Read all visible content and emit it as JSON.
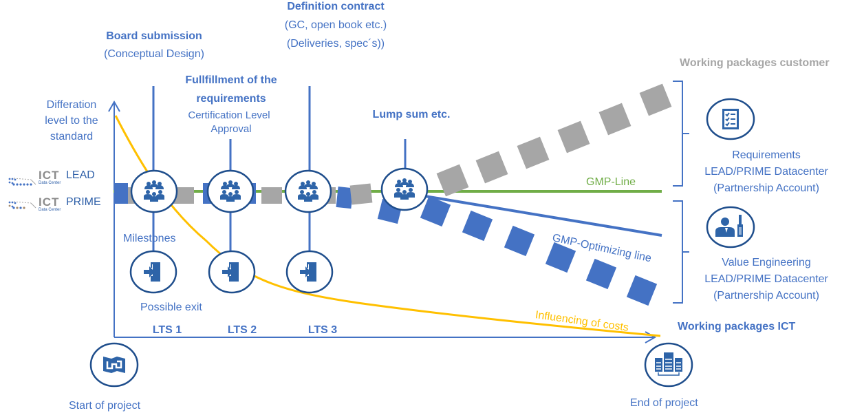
{
  "colors": {
    "primary_blue": "#4472c4",
    "dark_blue": "#1f4e8c",
    "icon_blue": "#2e64a8",
    "gray": "#a6a6a6",
    "green": "#70ad47",
    "orange": "#ffc000"
  },
  "axis": {
    "y_label": [
      "Differation",
      "level to the",
      "standard"
    ],
    "x_start_label": "Start of project",
    "x_end_label": "End of project"
  },
  "logos": [
    {
      "brand": "ICT",
      "name": "LEAD",
      "sub": "Data Center"
    },
    {
      "brand": "ICT",
      "name": "PRIME",
      "sub": "Data Center"
    }
  ],
  "milestones": [
    {
      "title": "Board submission",
      "subtitle": [
        "(Conceptual Design)"
      ],
      "lts": "LTS 1"
    },
    {
      "title": [
        "Fullfillment of the",
        "requirements"
      ],
      "subtitle": [
        "Certification Level",
        "Approval"
      ],
      "lts": "LTS 2"
    },
    {
      "title": "Definition contract",
      "subtitle": [
        "(GC, open book etc.)",
        "(Deliveries, spec´s))"
      ],
      "lts": "LTS 3"
    },
    {
      "title": "Lump sum etc.",
      "subtitle": [],
      "lts": ""
    }
  ],
  "labels": {
    "milestones": "Milestones",
    "possible_exit": "Possible exit",
    "gmp_line": "GMP-Line",
    "gmp_optimizing": "GMP-Optimizing line",
    "influencing_costs": "Influencing of costs"
  },
  "right_panel": {
    "customer_heading": "Working packages customer",
    "customer_block": [
      "Requirements",
      "LEAD/PRIME Datacenter",
      "(Partnership Account)"
    ],
    "ict_block": [
      "Value Engineering",
      "LEAD/PRIME Datacenter",
      "(Partnership Account)"
    ],
    "ict_heading": "Working packages ICT"
  },
  "icons": {
    "milestone": "team-meeting-icon",
    "exit": "exit-door-icon",
    "start": "open-book-map-icon",
    "end": "server-rack-icon",
    "requirements": "checklist-icon",
    "value_engineering": "engineer-tool-icon"
  }
}
